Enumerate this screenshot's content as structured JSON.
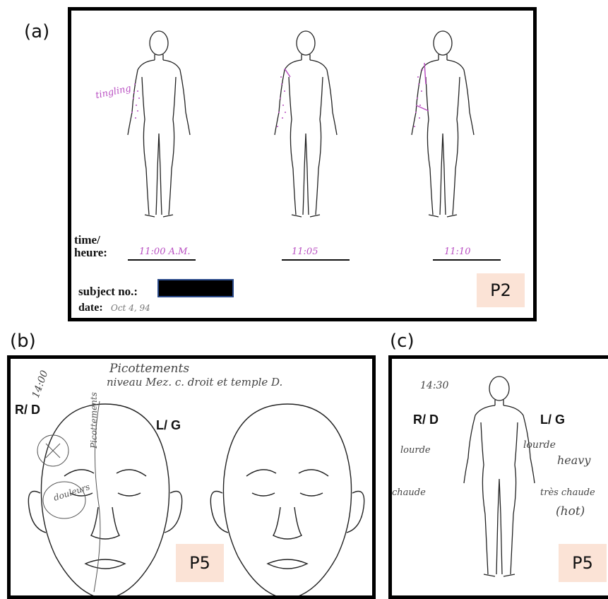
{
  "panels": {
    "a": {
      "label": "(a)",
      "time_label_line1": "time/",
      "time_label_line2": "heure:",
      "times": [
        "11:00 A.M.",
        "11:05",
        "11:10"
      ],
      "annotation": "tingling",
      "subject_label": "subject no.:",
      "date_label": "date:",
      "date_value": "Oct 4, 94",
      "badge": "P2"
    },
    "b": {
      "label": "(b)",
      "time": "14:00",
      "note_line1": "Picottements",
      "note_line2": "niveau Mez. c. droit et temple D.",
      "side_right": "R/ D",
      "side_left": "L/ G",
      "vertical_note": "Picottements",
      "pain_note": "douleurs",
      "badge": "P5"
    },
    "c": {
      "label": "(c)",
      "time": "14:30",
      "side_right": "R/ D",
      "side_left": "L/ G",
      "left_note1": "lourde",
      "left_note2": "chaude",
      "right_note1": "lourde",
      "right_note2": "heavy",
      "right_note3": "très chaude",
      "right_note4": "(hot)",
      "badge": "P5"
    }
  },
  "colors": {
    "annotation_purple": "#b94fc2",
    "badge_bg": "#fbe3d6",
    "frame": "#000000"
  }
}
